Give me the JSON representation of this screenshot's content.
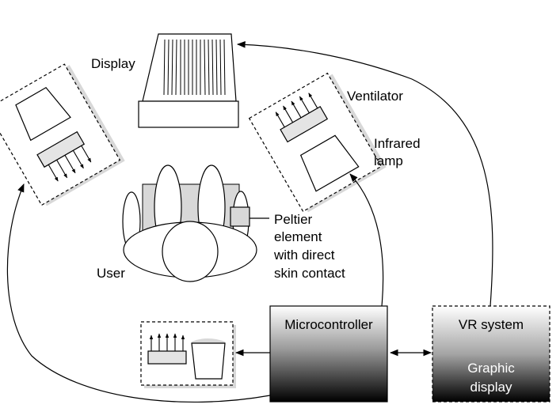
{
  "labels": {
    "display": "Display",
    "ventilator": "Ventilator",
    "infrared_line1": "Infrared",
    "infrared_line2": "lamp",
    "peltier_line1": "Peltier",
    "peltier_line2": "element",
    "peltier_line3": "with direct",
    "peltier_line4": "skin contact",
    "user": "User",
    "microcontroller": "Microcontroller",
    "vr_system": "VR system",
    "graphic_line1": "Graphic",
    "graphic_line2": "display"
  },
  "colors": {
    "shadow": "#d8d8d8",
    "device_fill": "#e4e4e4",
    "box_top": "#ffffff",
    "box_bottom": "#000000"
  }
}
